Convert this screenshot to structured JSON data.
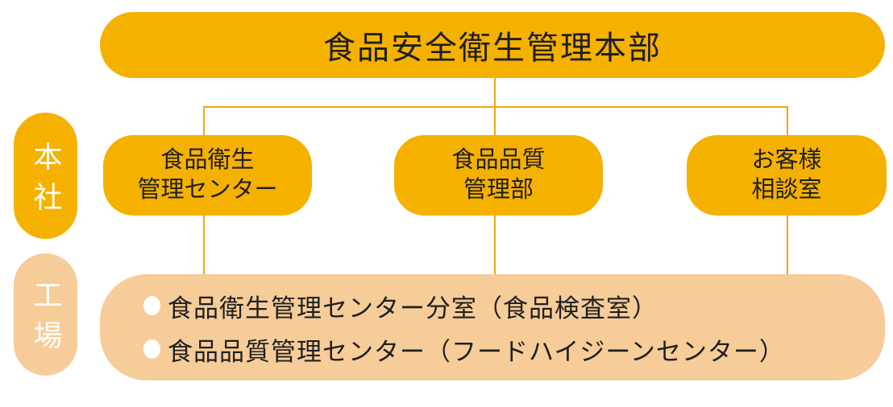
{
  "colors": {
    "gold": "#F5B100",
    "peach": "#F6CC98",
    "connector_line": "#F2A50C",
    "box_text": "#1F1F1F",
    "side_label_text": "#FFFFFF"
  },
  "org_chart": {
    "root": {
      "label": "食品安全衛生管理本部"
    },
    "side_labels": {
      "head_office": "本社",
      "factory": "工場"
    },
    "branches": [
      {
        "line1": "食品衛生",
        "line2": "管理センター"
      },
      {
        "line1": "食品品質",
        "line2": "管理部"
      },
      {
        "line1": "お客様",
        "line2": "相談室"
      }
    ],
    "factory_box": {
      "items": [
        "食品衛生管理センター分室（食品検査室）",
        "食品品質管理センター（フードハイジーンセンター）"
      ]
    }
  }
}
